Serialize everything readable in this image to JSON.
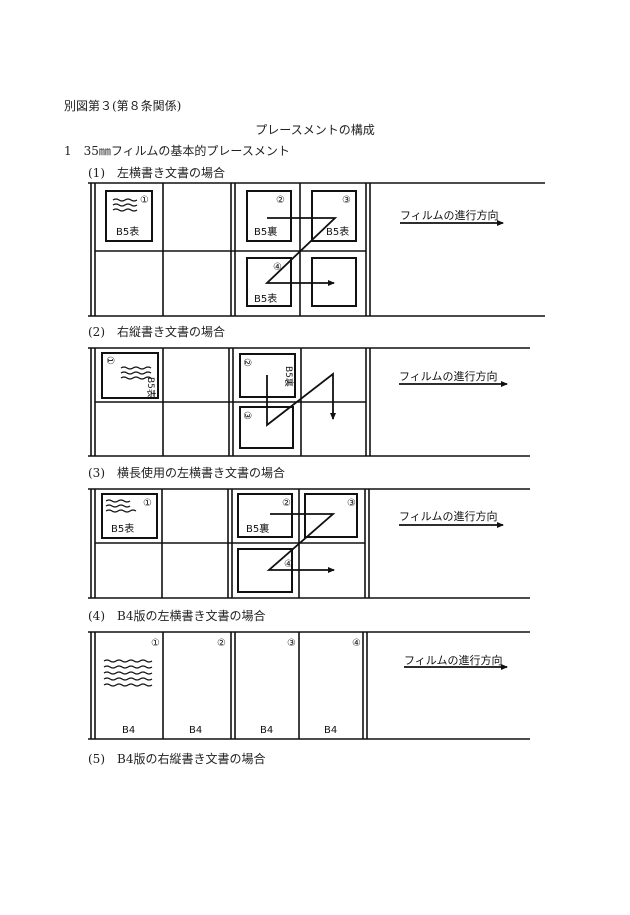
{
  "header": "別図第３(第８条関係)",
  "title": "プレースメントの構成",
  "section": "1　35㎜フィルムの基本的プレースメント",
  "film_direction": "フィルムの進行方向",
  "cases": [
    {
      "label": "(1)　左横書き文書の場合",
      "pages": [
        "①",
        "②",
        "③",
        "④"
      ],
      "page_labels": [
        "B5表",
        "B5裏",
        "B5表",
        "B5表"
      ]
    },
    {
      "label": "(2)　右縦書き文書の場合",
      "pages": [
        "①",
        "②",
        "③"
      ],
      "page_labels": [
        "B5表",
        "B5裏"
      ]
    },
    {
      "label": "(3)　横長使用の左横書き文書の場合",
      "pages": [
        "①",
        "②",
        "③",
        "④"
      ],
      "page_labels": [
        "B5表",
        "B5裏"
      ]
    },
    {
      "label": "(4)　B4版の左横書き文書の場合",
      "pages": [
        "①",
        "②",
        "③",
        "④"
      ],
      "page_labels": [
        "B4",
        "B4",
        "B4",
        "B4"
      ]
    },
    {
      "label": "(5)　B4版の右縦書き文書の場合"
    }
  ]
}
